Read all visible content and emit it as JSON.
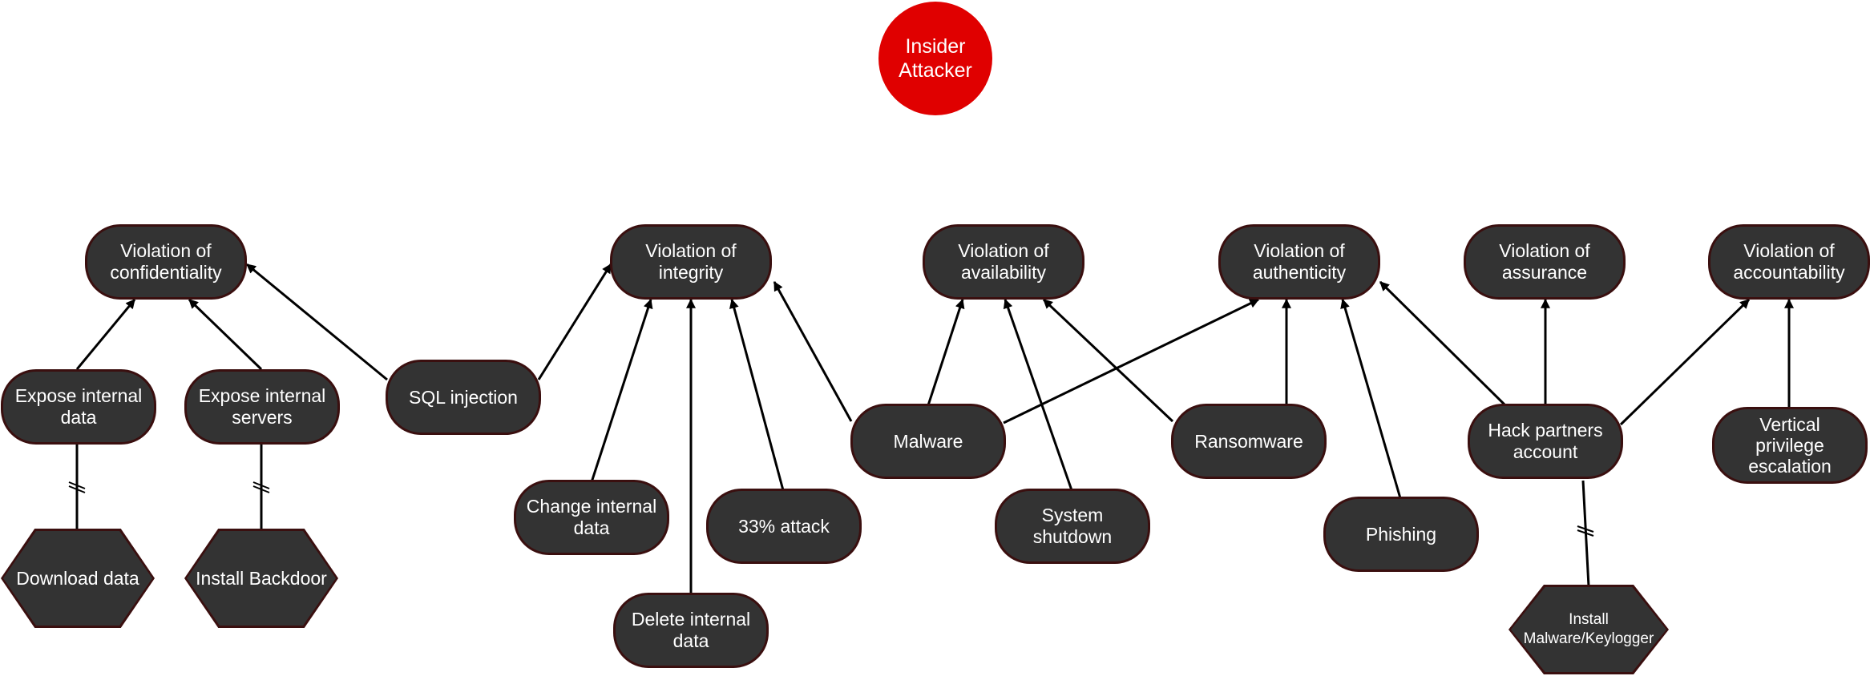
{
  "root": {
    "label": "Insider\nAttacker",
    "color": "#e00000"
  },
  "violations": {
    "confidentiality": "Violation of\nconfidentiality",
    "integrity": "Violation of\nintegrity",
    "availability": "Violation of\navailability",
    "authenticity": "Violation of\nauthenticity",
    "assurance": "Violation of\nassurance",
    "accountability": "Violation of\naccountability"
  },
  "attacks": {
    "expose_internal_data": "Expose internal\ndata",
    "expose_internal_servers": "Expose internal\nservers",
    "sql_injection": "SQL injection",
    "change_internal_data": "Change internal\ndata",
    "delete_internal_data": "Delete internal\ndata",
    "attack_33": "33% attack",
    "malware": "Malware",
    "system_shutdown": "System\nshutdown",
    "ransomware": "Ransomware",
    "phishing": "Phishing",
    "hack_partners_account": "Hack partners\naccount",
    "vertical_privilege_escalation": "Vertical\nprivilege\nescalation"
  },
  "actions": {
    "download_data": "Download data",
    "install_backdoor": "Install Backdoor",
    "install_malware_keylogger": "Install\nMalware/Keylogger"
  },
  "colors": {
    "node_fill": "#333333",
    "node_border": "#3a0f0f",
    "edge": "#000000"
  }
}
